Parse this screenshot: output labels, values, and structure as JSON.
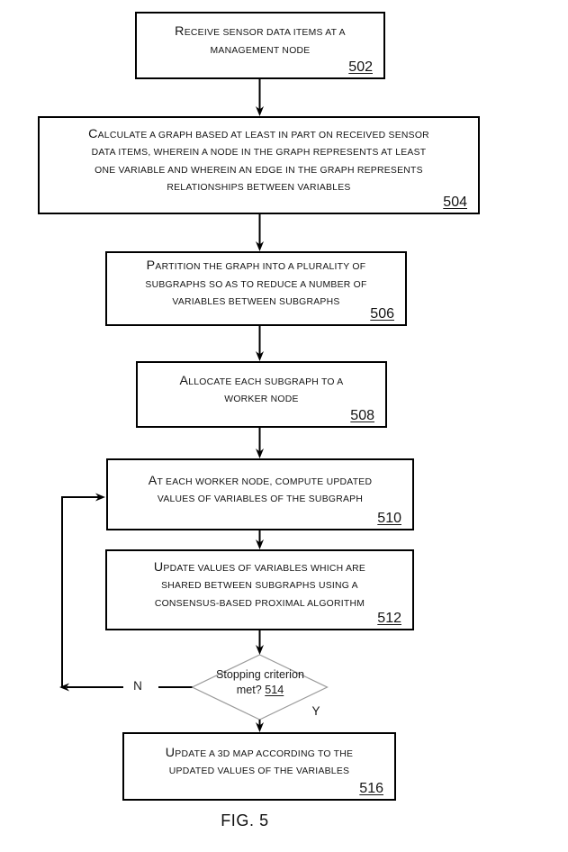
{
  "figure": {
    "caption": "FIG. 5"
  },
  "colors": {
    "background": "#ffffff",
    "box_border": "#000000",
    "connector": "#000000",
    "diamond_border": "#9a9a9a",
    "text": "#141414"
  },
  "steps": [
    {
      "ref": "502",
      "text": "RECEIVE SENSOR DATA ITEMS AT A\nMANAGEMENT NODE"
    },
    {
      "ref": "504",
      "text": "CALCULATE A GRAPH BASED AT LEAST IN PART ON RECEIVED SENSOR\nDATA ITEMS, WHEREIN A NODE IN THE GRAPH REPRESENTS AT LEAST\nONE VARIABLE AND WHEREIN AN EDGE IN THE GRAPH REPRESENTS\nRELATIONSHIPS BETWEEN VARIABLES"
    },
    {
      "ref": "506",
      "text": "PARTITION THE GRAPH INTO A PLURALITY OF\nSUBGRAPHS SO AS TO REDUCE A NUMBER OF\nVARIABLES BETWEEN SUBGRAPHS"
    },
    {
      "ref": "508",
      "text": "ALLOCATE EACH SUBGRAPH TO A\nWORKER NODE"
    },
    {
      "ref": "510",
      "text": "AT EACH WORKER NODE, COMPUTE UPDATED\nVALUES OF VARIABLES OF THE SUBGRAPH"
    },
    {
      "ref": "512",
      "text": "UPDATE VALUES OF VARIABLES WHICH ARE\nSHARED BETWEEN SUBGRAPHS USING A\nCONSENSUS-BASED PROXIMAL ALGORITHM"
    },
    {
      "ref": "516",
      "text": "UPDATE A 3D MAP ACCORDING TO THE\nUPDATED VALUES OF THE VARIABLES"
    }
  ],
  "decision": {
    "line1": "Stopping criterion",
    "line2": "met?",
    "ref": "514",
    "no_label": "N",
    "yes_label": "Y"
  }
}
